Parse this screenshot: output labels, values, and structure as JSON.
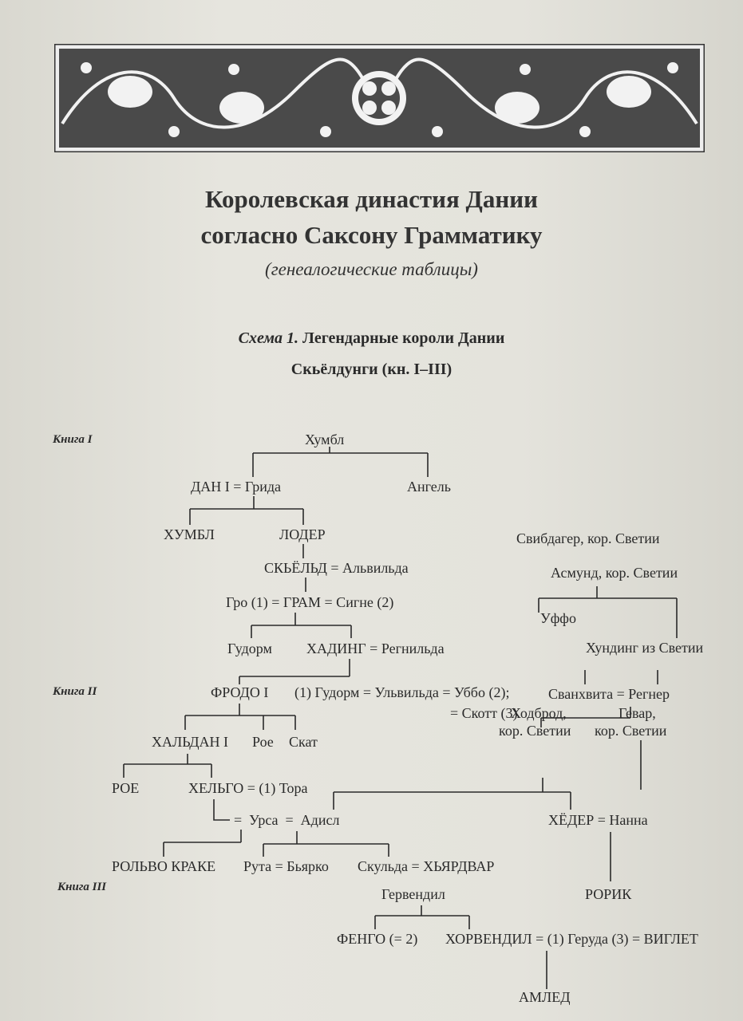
{
  "title": {
    "line1": "Королевская династия Дании",
    "line2": "согласно Саксону Грамматику",
    "subtitle": "(генеалогические таблицы)"
  },
  "scheme": {
    "prefix": "Схема 1.",
    "line1": "Легендарные короли Дании",
    "line2": "Скьёлдунги (кн. I–III)"
  },
  "books": {
    "b1": "Книга I",
    "b2": "Книга II",
    "b3": "Книга III"
  },
  "nodes": {
    "humbl": "Хумбл",
    "dan": "ДАН I = Грида",
    "angel": "Ангель",
    "humbl2": "ХУМБЛ",
    "loder": "ЛОДЕР",
    "skjold": "СКЬЁЛЬД = Альвильда",
    "gram": "Гро (1) = ГРАМ  = Сигне (2)",
    "gudorm": "Гудорм",
    "hading": "ХАДИНГ = Регнильда",
    "svibdager": "Свибдагер, кор. Светии",
    "asmund": "Асмунд, кор. Светии",
    "uffo": "Уффо",
    "hunding": "Хундинг из Светии",
    "frodo": "ФРОДО I",
    "gudorm2": "(1) Гудорм = Ульвильда = Уббо (2);",
    "skott": "= Скотт (3)",
    "svanhvita": "Сванхвита = Регнер",
    "hodbrod1": "Ходброд,",
    "hodbrod2": "кор. Светии",
    "gevar1": "Гевар,",
    "gevar2": "кор. Светии",
    "haldan": "ХАЛЬДАН I",
    "roe": "Рое",
    "skat": "Скат",
    "roe2": "РОЕ",
    "helgo": "ХЕЛЬГО = (1) Тора",
    "ursa": "=  Урса  =  Адисл",
    "hoder": "ХЁДЕР = Нанна",
    "rolvo": "РОЛЬВО КРАКЕ",
    "ruta": "Рута = Бьярко",
    "skulda": "Скульда = ХЬЯРДВАР",
    "gervendil": "Гервендил",
    "rorik": "РОРИК",
    "fengo": "ФЕНГО (= 2)",
    "horvendil": "ХОРВЕНДИЛ = (1) Геруда (3) = ВИГЛЕТ",
    "amled": "АМЛЕД"
  }
}
